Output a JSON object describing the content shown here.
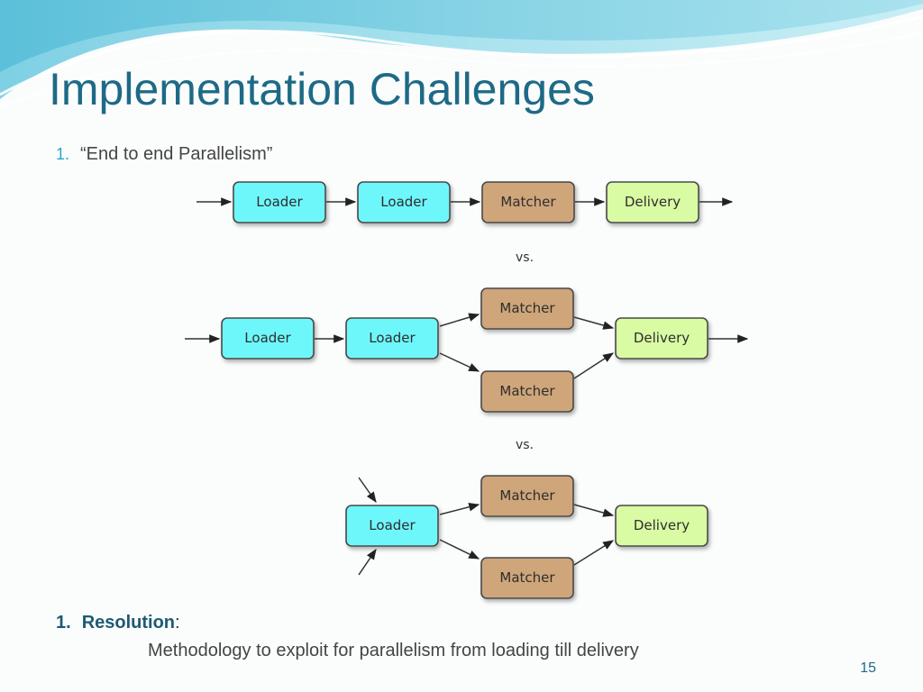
{
  "slide": {
    "title": "Implementation Challenges",
    "bullet": {
      "number": "1.",
      "text": "“End to end Parallelism”"
    },
    "resolution": {
      "number": "1.",
      "label": "Resolution",
      "colon": ":",
      "description": "Methodology to exploit for parallelism from loading till delivery"
    },
    "page_number": "15"
  },
  "colors": {
    "loader": "#6ef7fb",
    "matcher": "#cfa57a",
    "delivery": "#d9fba3",
    "title": "#1e6a86",
    "accent": "#2ea6c4"
  },
  "diagram": {
    "separators": [
      "vs.",
      "vs."
    ],
    "row1": {
      "nodes": [
        "Loader",
        "Loader",
        "Matcher",
        "Delivery"
      ]
    },
    "row2": {
      "nodes": [
        "Loader",
        "Loader",
        "Matcher",
        "Matcher",
        "Delivery"
      ]
    },
    "row3": {
      "nodes": [
        "Loader",
        "Matcher",
        "Matcher",
        "Delivery"
      ]
    }
  }
}
